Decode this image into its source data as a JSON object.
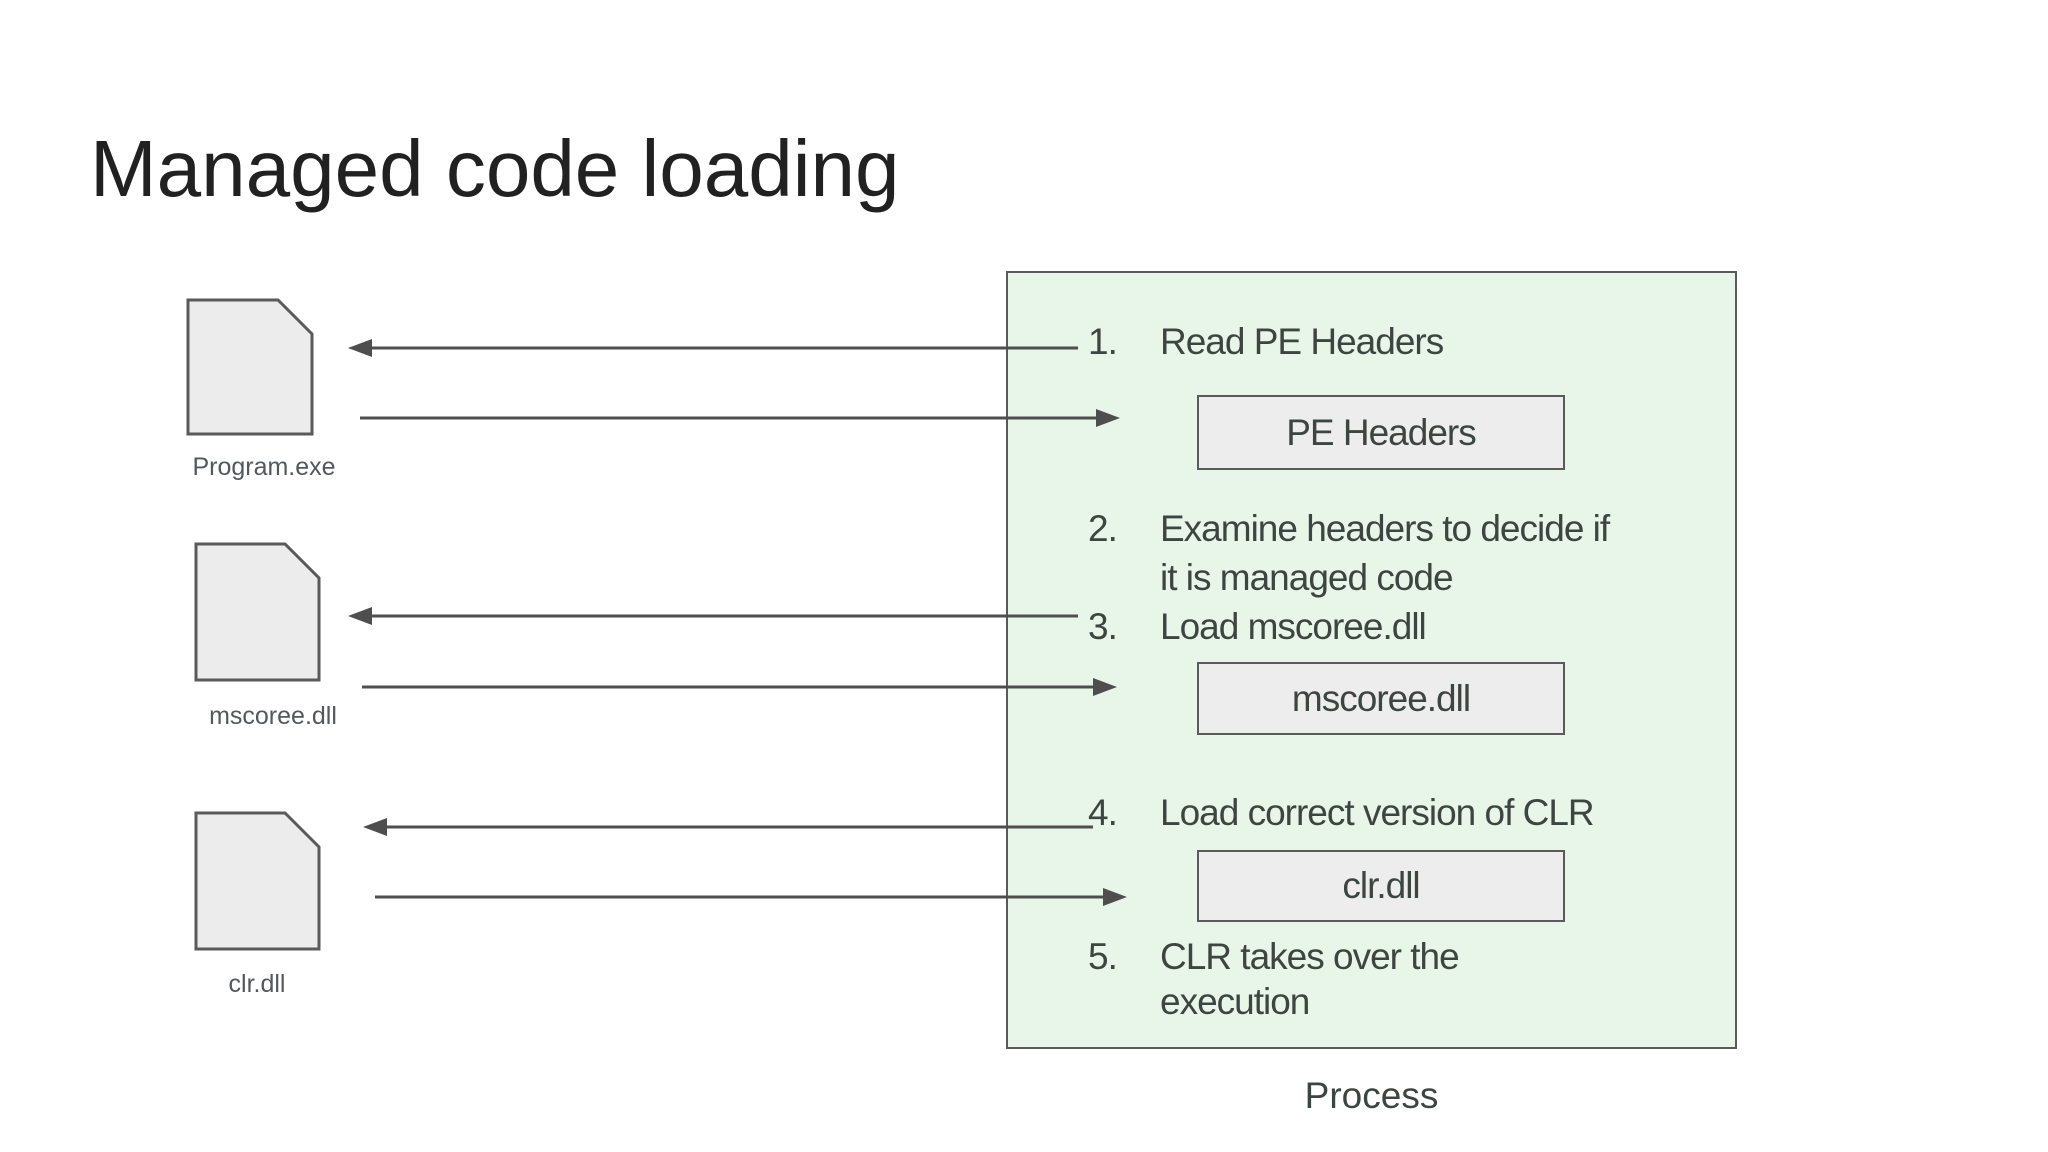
{
  "title": "Managed code loading",
  "files": [
    {
      "label": "Program.exe"
    },
    {
      "label": "mscoree.dll"
    },
    {
      "label": "clr.dll"
    }
  ],
  "process_box": {
    "caption": "Process",
    "steps": [
      {
        "num": "1.",
        "lines": [
          "Read PE Headers"
        ]
      },
      {
        "num": "2.",
        "lines": [
          "Examine headers to decide if",
          "it is managed code"
        ]
      },
      {
        "num": "3.",
        "lines": [
          "Load mscoree.dll"
        ]
      },
      {
        "num": "4.",
        "lines": [
          "Load correct version of CLR"
        ]
      },
      {
        "num": "5.",
        "lines": [
          "CLR takes over the",
          "execution"
        ]
      }
    ],
    "inner_boxes": [
      {
        "label": "PE Headers"
      },
      {
        "label": "mscoree.dll"
      },
      {
        "label": "clr.dll"
      }
    ]
  },
  "colors": {
    "background": "#ffffff",
    "process_fill": "#e7f6e9",
    "shape_fill": "#ececec",
    "shape_stroke": "#5a5a5a",
    "body_text": "#3d4540",
    "title_text": "#212121",
    "label_text": "#54585b",
    "arrow": "#4e4e4e"
  }
}
